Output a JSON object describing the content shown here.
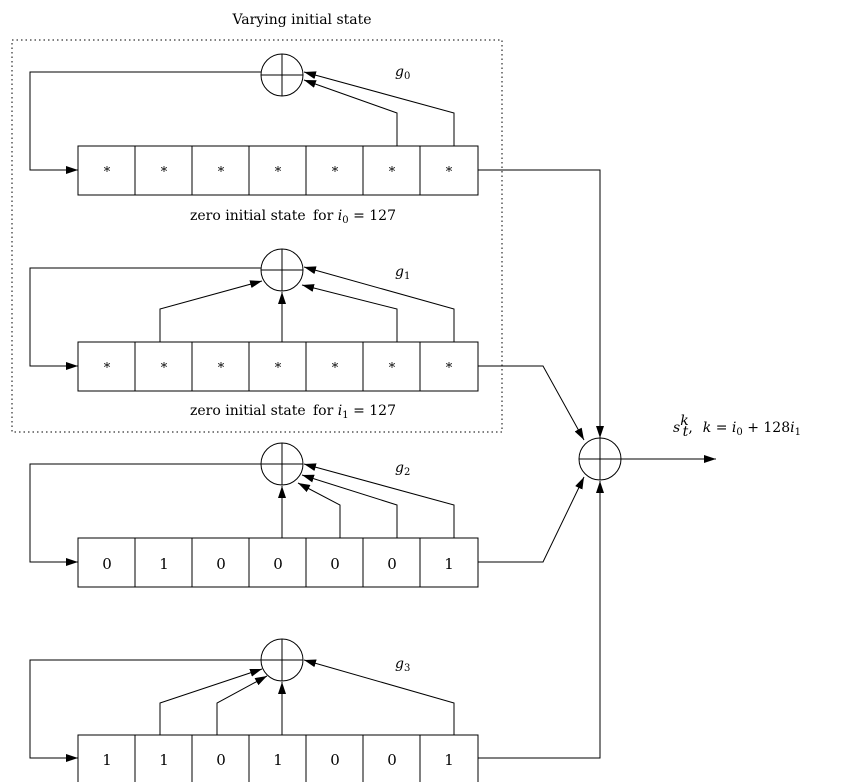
{
  "title": "Varying initial state",
  "registers": [
    {
      "poly": "g",
      "poly_sub": "0",
      "cells": [
        "*",
        "*",
        "*",
        "*",
        "*",
        "*",
        "*"
      ],
      "note_prefix": "zero initial state",
      "note_for": "for",
      "note_var": "i",
      "note_sub": "0",
      "note_eq": " = 127"
    },
    {
      "poly": "g",
      "poly_sub": "1",
      "cells": [
        "*",
        "*",
        "*",
        "*",
        "*",
        "*",
        "*"
      ],
      "note_prefix": "zero initial state",
      "note_for": "for",
      "note_var": "i",
      "note_sub": "1",
      "note_eq": " = 127"
    },
    {
      "poly": "g",
      "poly_sub": "2",
      "cells": [
        "0",
        "1",
        "0",
        "0",
        "0",
        "0",
        "1"
      ]
    },
    {
      "poly": "g",
      "poly_sub": "3",
      "cells": [
        "1",
        "1",
        "0",
        "1",
        "0",
        "0",
        "1"
      ]
    }
  ],
  "output": {
    "s": "s",
    "s_sup": "k",
    "s_sub": "t",
    "comma": ",",
    "k": "k",
    "eq": " = ",
    "i0": "i",
    "i0_sub": "0",
    "plus": " + 128",
    "i1": "i",
    "i1_sub": "1"
  }
}
